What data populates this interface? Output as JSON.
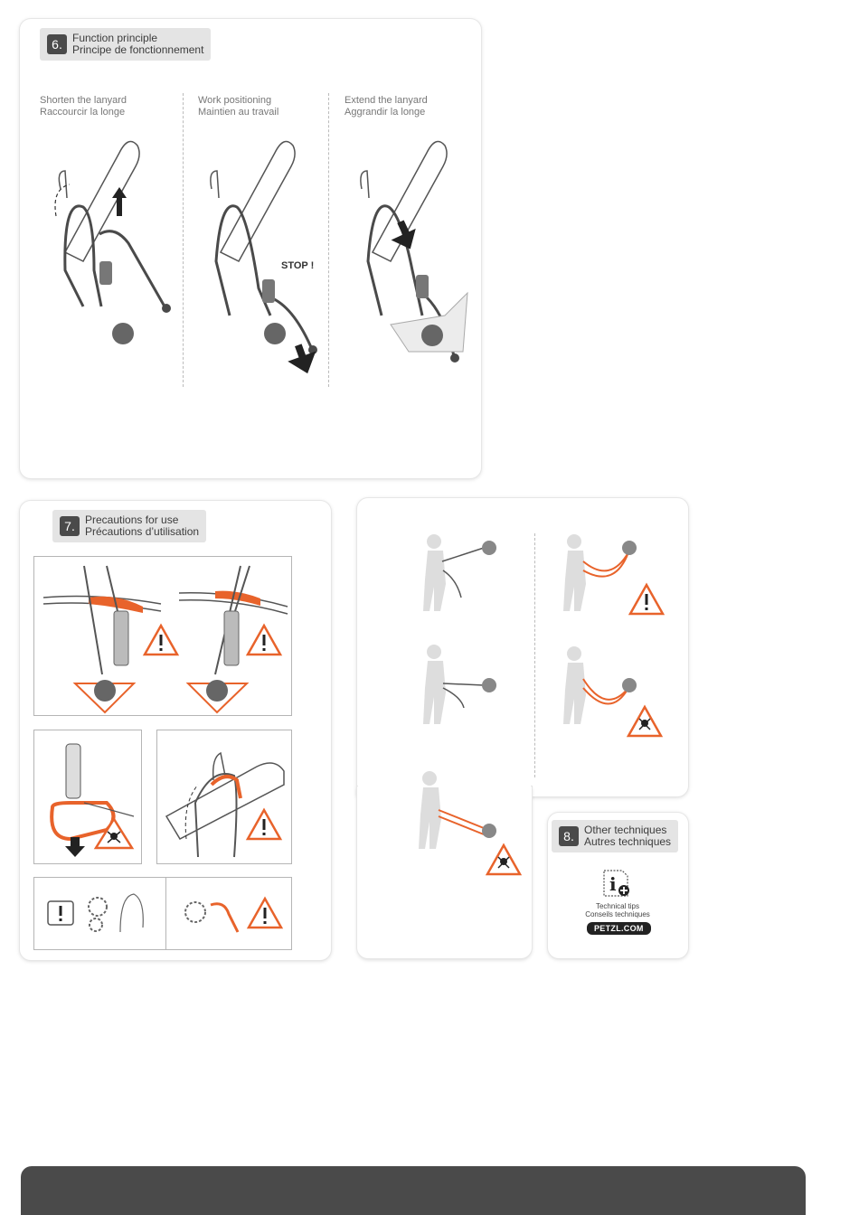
{
  "section6": {
    "number": "6.",
    "title_en": "Function principle",
    "title_fr": "Principe de fonctionnement",
    "steps": [
      {
        "en": "Shorten the lanyard",
        "fr": "Raccourcir la longe"
      },
      {
        "en": "Work positioning",
        "fr": "Maintien au travail"
      },
      {
        "en": "Extend the lanyard",
        "fr": "Aggrandir la longe"
      }
    ],
    "stop_label": "STOP !"
  },
  "section7": {
    "number": "7.",
    "title_en": "Precautions for use",
    "title_fr": "Précautions d’utilisation"
  },
  "section8": {
    "number": "8.",
    "title_en": "Other techniques",
    "title_fr": "Autres techniques",
    "tips_en": "Technical tips",
    "tips_fr": "Conseils techniques",
    "site": "PETZL.COM"
  },
  "colors": {
    "accent": "#e8632b",
    "dark": "#4a4a4a",
    "panel_border": "#e6e6e6"
  },
  "icons": [
    "warning-icon",
    "danger-skull-icon",
    "info-plus-icon",
    "arrow-up-icon",
    "arrow-down-icon",
    "anchor-icon"
  ]
}
